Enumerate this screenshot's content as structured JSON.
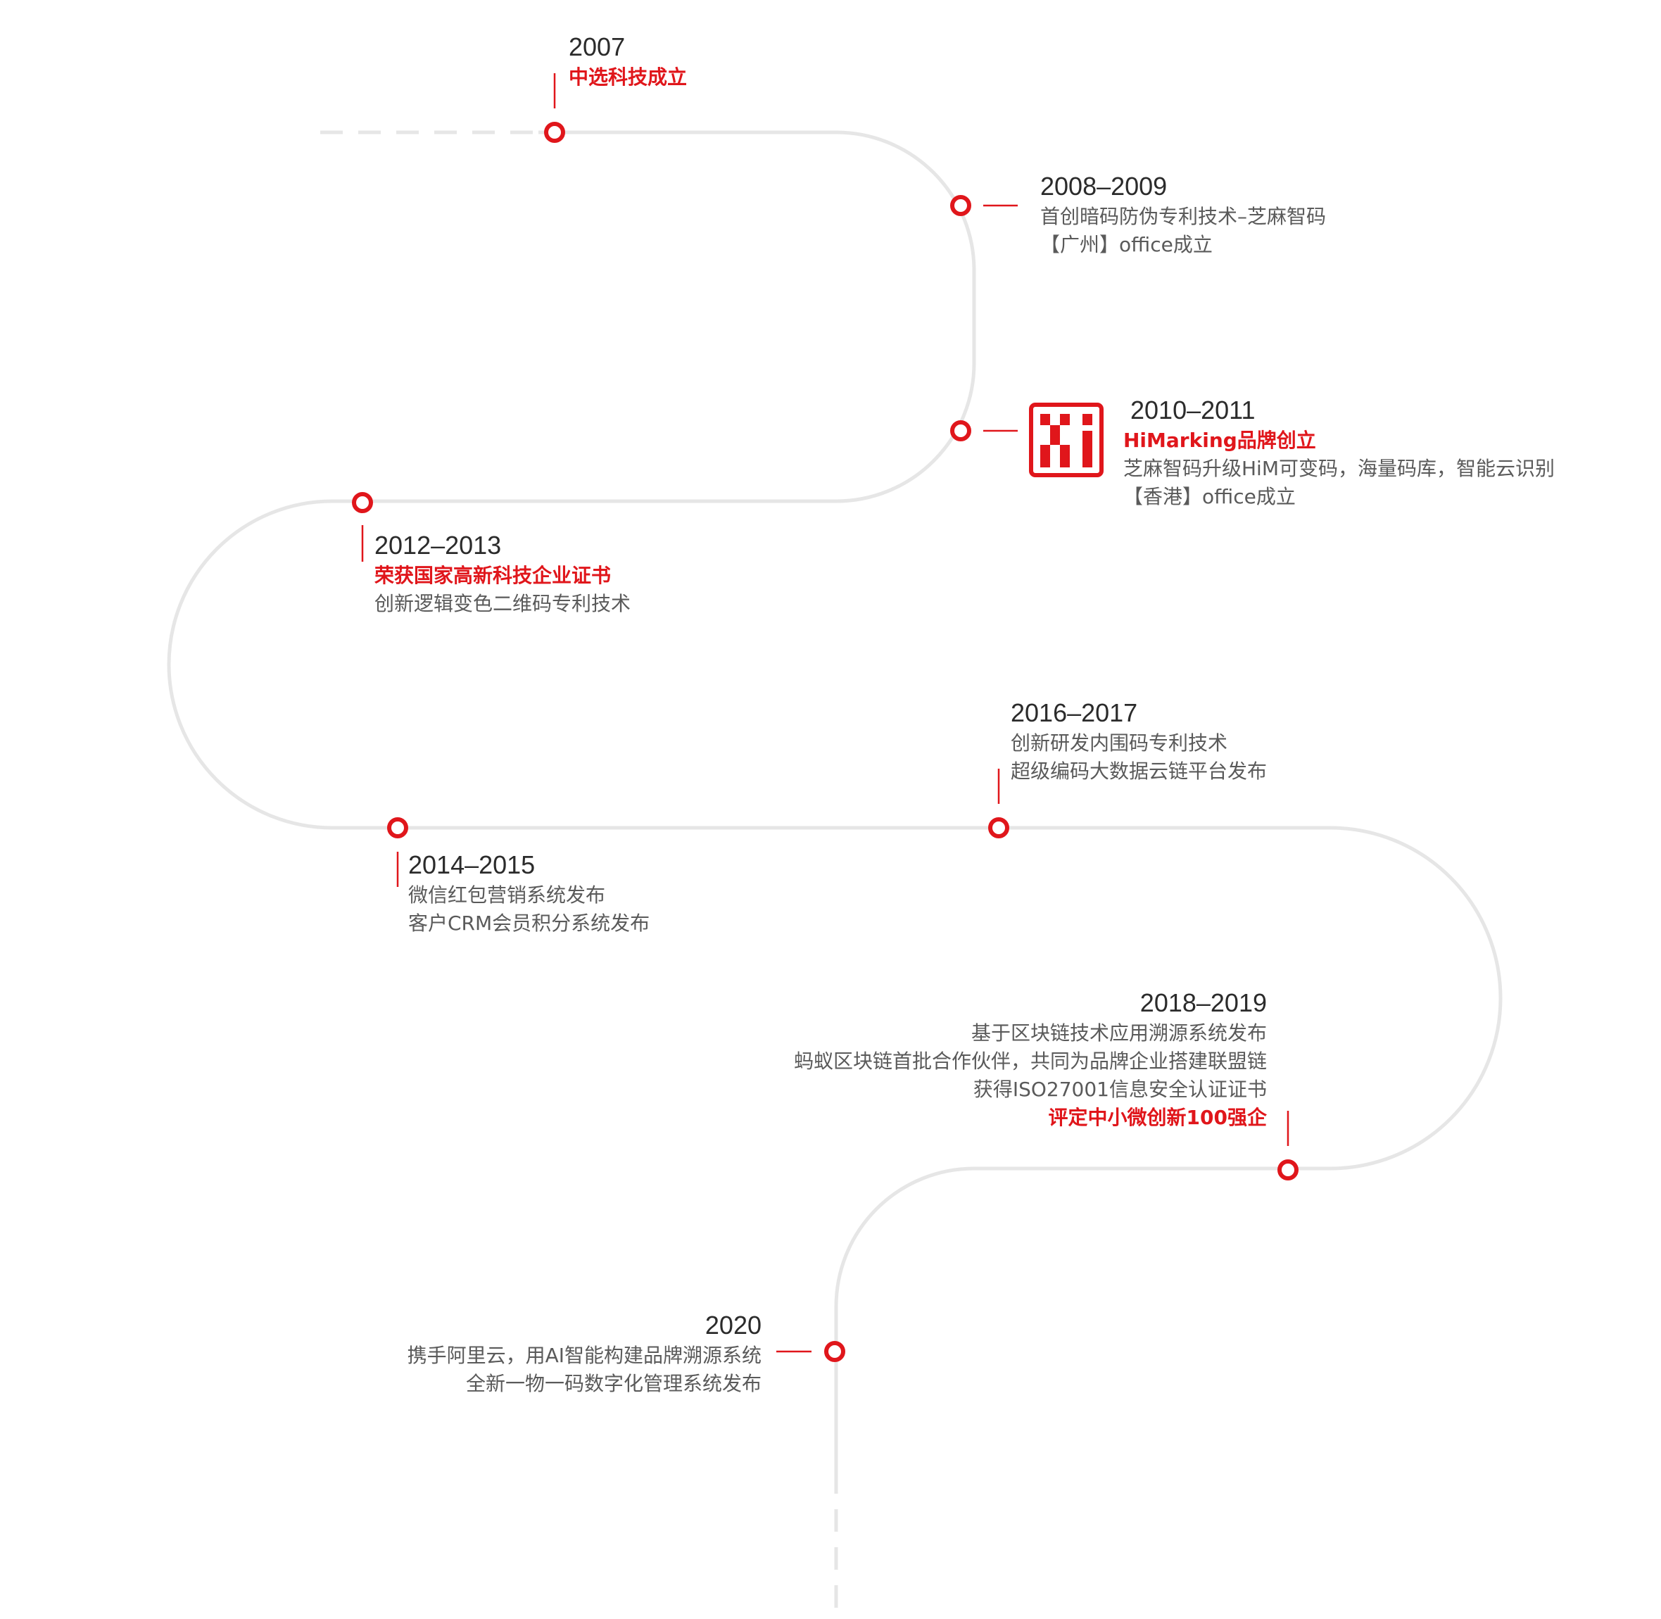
{
  "colors": {
    "accent": "#e0161b",
    "path": "#e6e6e6",
    "text": "#2b2b2b",
    "muted": "#5a5a5a"
  },
  "logo": {
    "icon": "himarking-logo-icon"
  },
  "milestones": [
    {
      "year": "2007",
      "lines": [
        {
          "text": "中选科技成立",
          "highlight": true
        }
      ]
    },
    {
      "year": "2008–2009",
      "lines": [
        {
          "text": "首创暗码防伪专利技术–芝麻智码",
          "highlight": false
        },
        {
          "text": "【广州】office成立",
          "highlight": false
        }
      ]
    },
    {
      "year": "2010–2011",
      "lines": [
        {
          "text": "HiMarking品牌创立",
          "highlight": true
        },
        {
          "text": "芝麻智码升级HiM可变码，海量码库，智能云识别",
          "highlight": false
        },
        {
          "text": "【香港】office成立",
          "highlight": false
        }
      ]
    },
    {
      "year": "2012–2013",
      "lines": [
        {
          "text": "荣获国家高新科技企业证书",
          "highlight": true
        },
        {
          "text": "创新逻辑变色二维码专利技术",
          "highlight": false
        }
      ]
    },
    {
      "year": "2014–2015",
      "lines": [
        {
          "text": "微信红包营销系统发布",
          "highlight": false
        },
        {
          "text": "客户CRM会员积分系统发布",
          "highlight": false
        }
      ]
    },
    {
      "year": "2016–2017",
      "lines": [
        {
          "text": "创新研发内围码专利技术",
          "highlight": false
        },
        {
          "text": "超级编码大数据云链平台发布",
          "highlight": false
        }
      ]
    },
    {
      "year": "2018–2019",
      "lines": [
        {
          "text": "基于区块链技术应用溯源系统发布",
          "highlight": false
        },
        {
          "text": "蚂蚁区块链首批合作伙伴，共同为品牌企业搭建联盟链",
          "highlight": false
        },
        {
          "text": "获得ISO27001信息安全认证证书",
          "highlight": false
        },
        {
          "text": "评定中小微创新100强企",
          "highlight": true
        }
      ]
    },
    {
      "year": "2020",
      "lines": [
        {
          "text": "携手阿里云，用AI智能构建品牌溯源系统",
          "highlight": false
        },
        {
          "text": "全新一物一码数字化管理系统发布",
          "highlight": false
        }
      ]
    }
  ]
}
